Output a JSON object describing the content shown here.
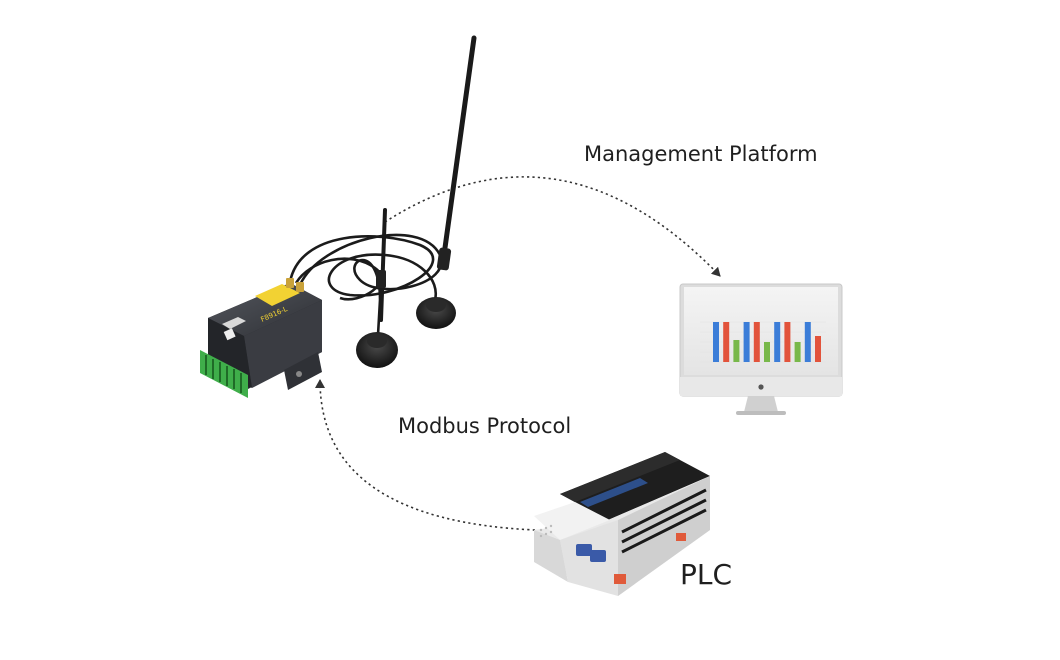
{
  "labels": {
    "management_platform": "Management Platform",
    "modbus_protocol": "Modbus Protocol",
    "plc": "PLC"
  },
  "router": {
    "model": "F8916-L"
  },
  "monitor": {
    "bar_colors": [
      "#3b7dd8",
      "#e2533b",
      "#78b84a",
      "#3b7dd8",
      "#e2533b",
      "#78b84a",
      "#3b7dd8",
      "#e2533b",
      "#78b84a",
      "#3b7dd8",
      "#e2533b"
    ]
  },
  "colors": {
    "arrow": "#333333",
    "router_body": "#3d3f45",
    "router_label": "#f2d233",
    "terminal_green": "#3fae4a",
    "plc_body": "#e9e9e9",
    "plc_accent": "#e05a3a"
  }
}
